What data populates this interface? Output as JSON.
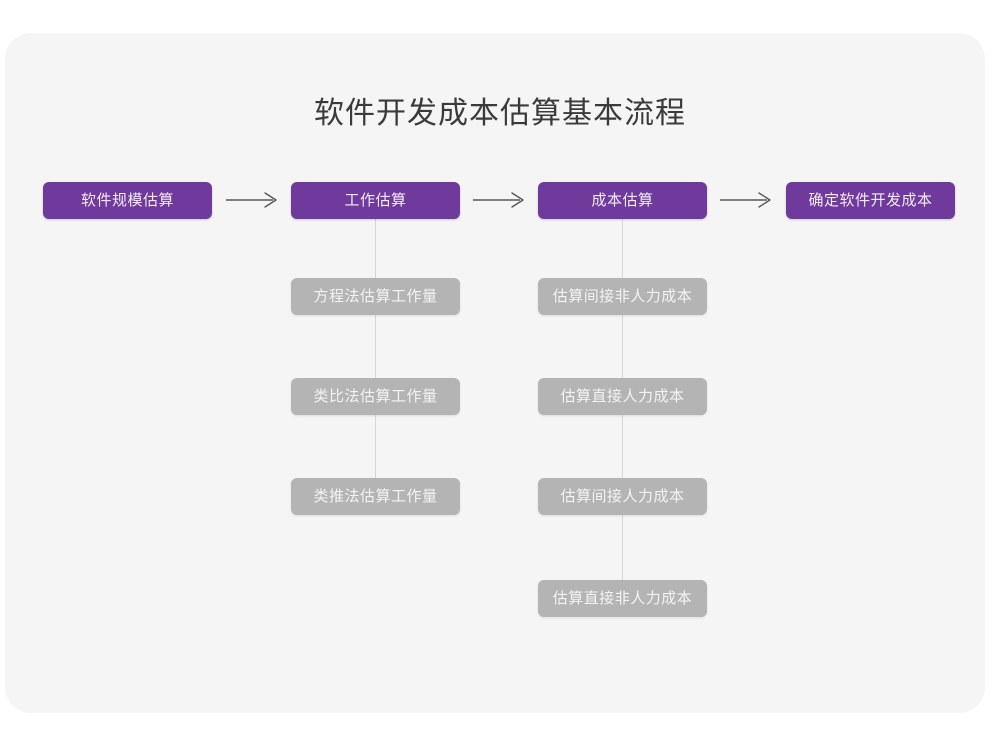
{
  "page": {
    "title": "软件开发成本估算基本流程",
    "background_color": "#ffffff",
    "card_color": "#f5f5f5",
    "primary_color": "#6f3a9c",
    "secondary_color": "#b4b4b4",
    "connector_color": "#d6d6d6",
    "title_color": "#3b3b3b"
  },
  "chart_data": {
    "type": "diagram",
    "title": "软件开发成本估算基本流程",
    "layout": "horizontal-flow-with-vertical-branches",
    "main_flow": [
      {
        "id": "step1",
        "label": "软件规模估算"
      },
      {
        "id": "step2",
        "label": "工作估算"
      },
      {
        "id": "step3",
        "label": "成本估算"
      },
      {
        "id": "step4",
        "label": "确定软件开发成本"
      }
    ],
    "arrows": [
      {
        "from": "step1",
        "to": "step2",
        "glyph": "⟶"
      },
      {
        "from": "step2",
        "to": "step3",
        "glyph": "⟶"
      },
      {
        "from": "step3",
        "to": "step4",
        "glyph": "⟶"
      }
    ],
    "branches": [
      {
        "parent": "step2",
        "items": [
          {
            "label": "方程法估算工作量"
          },
          {
            "label": "类比法估算工作量"
          },
          {
            "label": "类推法估算工作量"
          }
        ]
      },
      {
        "parent": "step3",
        "items": [
          {
            "label": "估算间接非人力成本"
          },
          {
            "label": "估算直接人力成本"
          },
          {
            "label": "估算间接人力成本"
          },
          {
            "label": "估算直接非人力成本"
          }
        ]
      }
    ]
  }
}
